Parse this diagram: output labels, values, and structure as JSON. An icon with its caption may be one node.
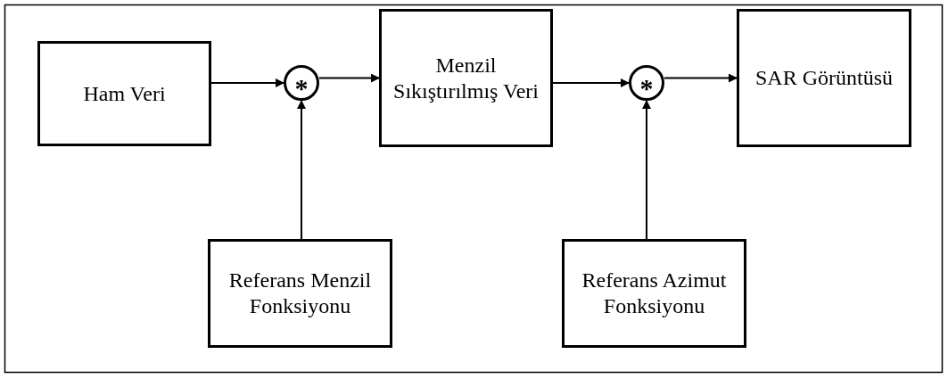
{
  "diagram": {
    "nodes": [
      {
        "text": [
          "Ham Veri"
        ]
      },
      {
        "text": [
          "*"
        ]
      },
      {
        "text": [
          "Menzil Sıkıştırılmış Veri"
        ]
      },
      {
        "text": [
          "*"
        ]
      },
      {
        "text": [
          "SAR Görüntüsü"
        ]
      },
      {
        "text": [
          "Referans Menzil Fonksiyonu"
        ]
      },
      {
        "text": [
          "Referans Azimut Fonksiyonu"
        ]
      }
    ],
    "edges": [
      {
        "from": 0,
        "to": 1,
        "arrow": "to"
      },
      {
        "from": 5,
        "to": 1,
        "arrow": "to"
      },
      {
        "from": 1,
        "to": 2,
        "arrow": "to"
      },
      {
        "from": 2,
        "to": 3,
        "arrow": "to"
      },
      {
        "from": 6,
        "to": 3,
        "arrow": "to"
      },
      {
        "from": 3,
        "to": 4,
        "arrow": "to"
      }
    ]
  }
}
